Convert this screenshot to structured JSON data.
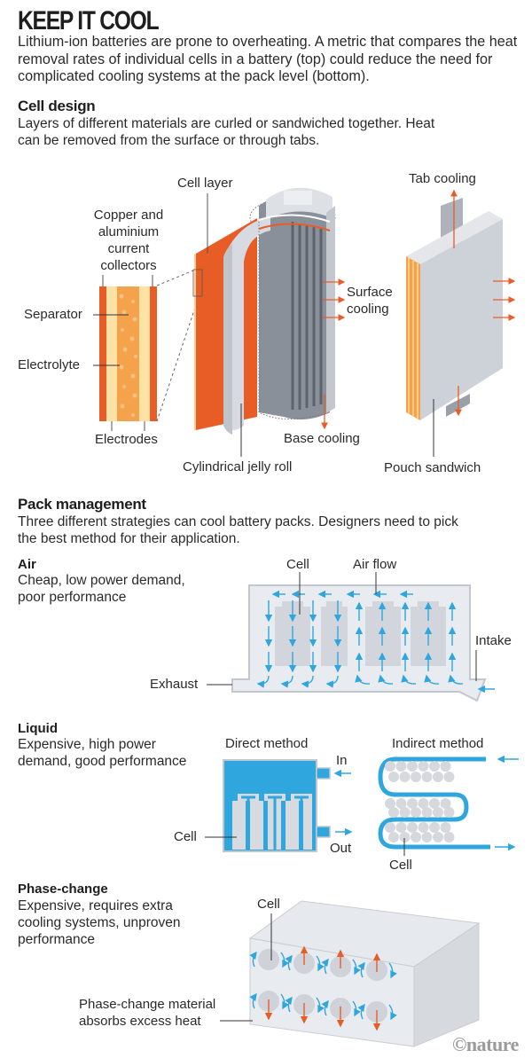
{
  "title": "KEEP IT COOL",
  "intro": "Lithium-ion batteries are prone to overheating. A metric that compares the heat removal rates of individual cells in a battery (top) could reduce the need for complicated cooling systems at the pack level (bottom).",
  "cell_design": {
    "heading": "Cell design",
    "description": "Layers of different materials are curled or sandwiched together. Heat can be removed from the surface or through tabs.",
    "labels": {
      "current_collectors": "Copper and aluminium current collectors",
      "separator": "Separator",
      "electrolyte": "Electrolyte",
      "electrodes": "Electrodes",
      "cell_layer": "Cell layer",
      "surface_cooling": "Surface cooling",
      "base_cooling": "Base cooling",
      "jelly_roll": "Cylindrical jelly roll",
      "tab_cooling": "Tab cooling",
      "pouch_sandwich": "Pouch sandwich"
    }
  },
  "pack_management": {
    "heading": "Pack management",
    "description": "Three different strategies can cool battery packs. Designers need to pick the best method for their application.",
    "air": {
      "heading": "Air",
      "description": "Cheap, low power demand, poor performance",
      "labels": {
        "cell": "Cell",
        "air_flow": "Air flow",
        "intake": "Intake",
        "exhaust": "Exhaust"
      }
    },
    "liquid": {
      "heading": "Liquid",
      "description": "Expensive, high power demand, good performance",
      "labels": {
        "direct_method": "Direct method",
        "indirect_method": "Indirect method",
        "in": "In",
        "out": "Out",
        "cell_direct": "Cell",
        "cell_indirect": "Cell"
      }
    },
    "phase_change": {
      "heading": "Phase-change",
      "description": "Expensive, requires extra cooling systems, unproven performance",
      "labels": {
        "cell": "Cell",
        "material": "Phase-change material absorbs excess heat"
      }
    }
  },
  "credit": "©nature",
  "colors": {
    "orange": "#e85d26",
    "light_orange": "#f6a24a",
    "cream": "#fde2a6",
    "blue": "#2fa6de",
    "grey_light": "#e6e9ee",
    "grey_mid": "#c8ccd3",
    "grey_dark": "#6b7280",
    "text": "#2a2a2a"
  }
}
